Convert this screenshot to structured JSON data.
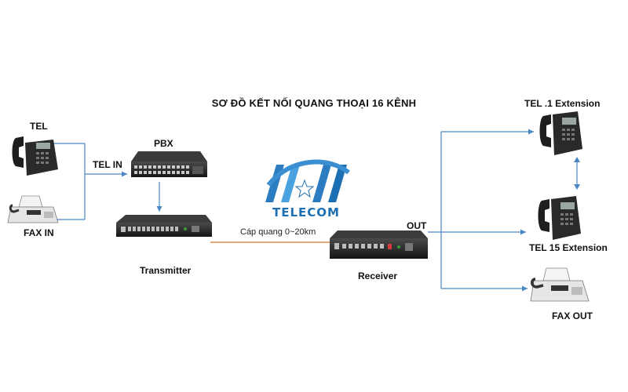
{
  "title": "SƠ ĐỒ KẾT NỐI QUANG THOẠI 16 KÊNH",
  "labels": {
    "tel": "TEL",
    "fax_in": "FAX IN",
    "tel_in": "TEL IN",
    "pbx": "PBX",
    "transmitter": "Transmitter",
    "fiber": "Cáp quang 0~20km",
    "receiver": "Receiver",
    "out": "OUT",
    "tel1_ext": "TEL .1 Extension",
    "tel15_ext": "TEL 15 Extension",
    "fax_out": "FAX OUT"
  },
  "logo": {
    "text": "TELECOM",
    "color": "#1d6fb3"
  },
  "colors": {
    "connector": "#4a86c5",
    "fiber": "#d98c4a",
    "device": "#2b2b2b"
  }
}
